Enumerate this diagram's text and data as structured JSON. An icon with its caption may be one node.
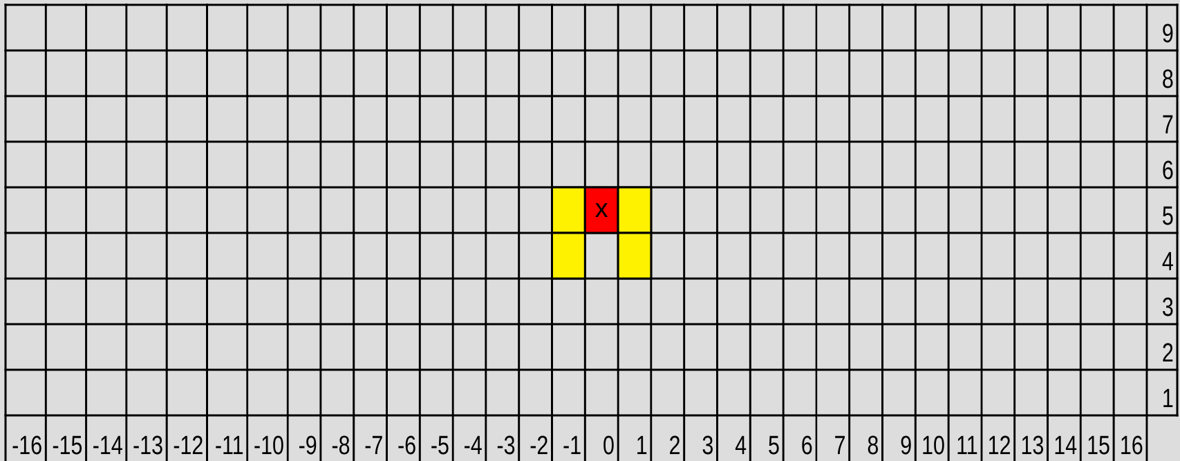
{
  "diagram": {
    "nodes": [
      {
        "text": [],
        "shape": "box"
      },
      {
        "text": [
          "x"
        ]
      },
      {
        "text": [],
        "shape": "box"
      },
      {
        "text": [],
        "shape": "box"
      },
      {
        "text": [],
        "shape": "box"
      }
    ],
    "labels": [
      "9",
      "8",
      "7",
      "6",
      "5",
      "4",
      "3",
      "2",
      "1",
      "-16",
      "-15",
      "-14",
      "-13",
      "-12",
      "-11",
      "-10",
      "-9",
      "-8",
      "-7",
      "-6",
      "-5",
      "-4",
      "-3",
      "-2",
      "-1",
      "0",
      "1",
      "2",
      "3",
      "4",
      "5",
      "6",
      "7",
      "8",
      "9",
      "10",
      "11",
      "12",
      "13",
      "14",
      "15",
      "16"
    ]
  }
}
